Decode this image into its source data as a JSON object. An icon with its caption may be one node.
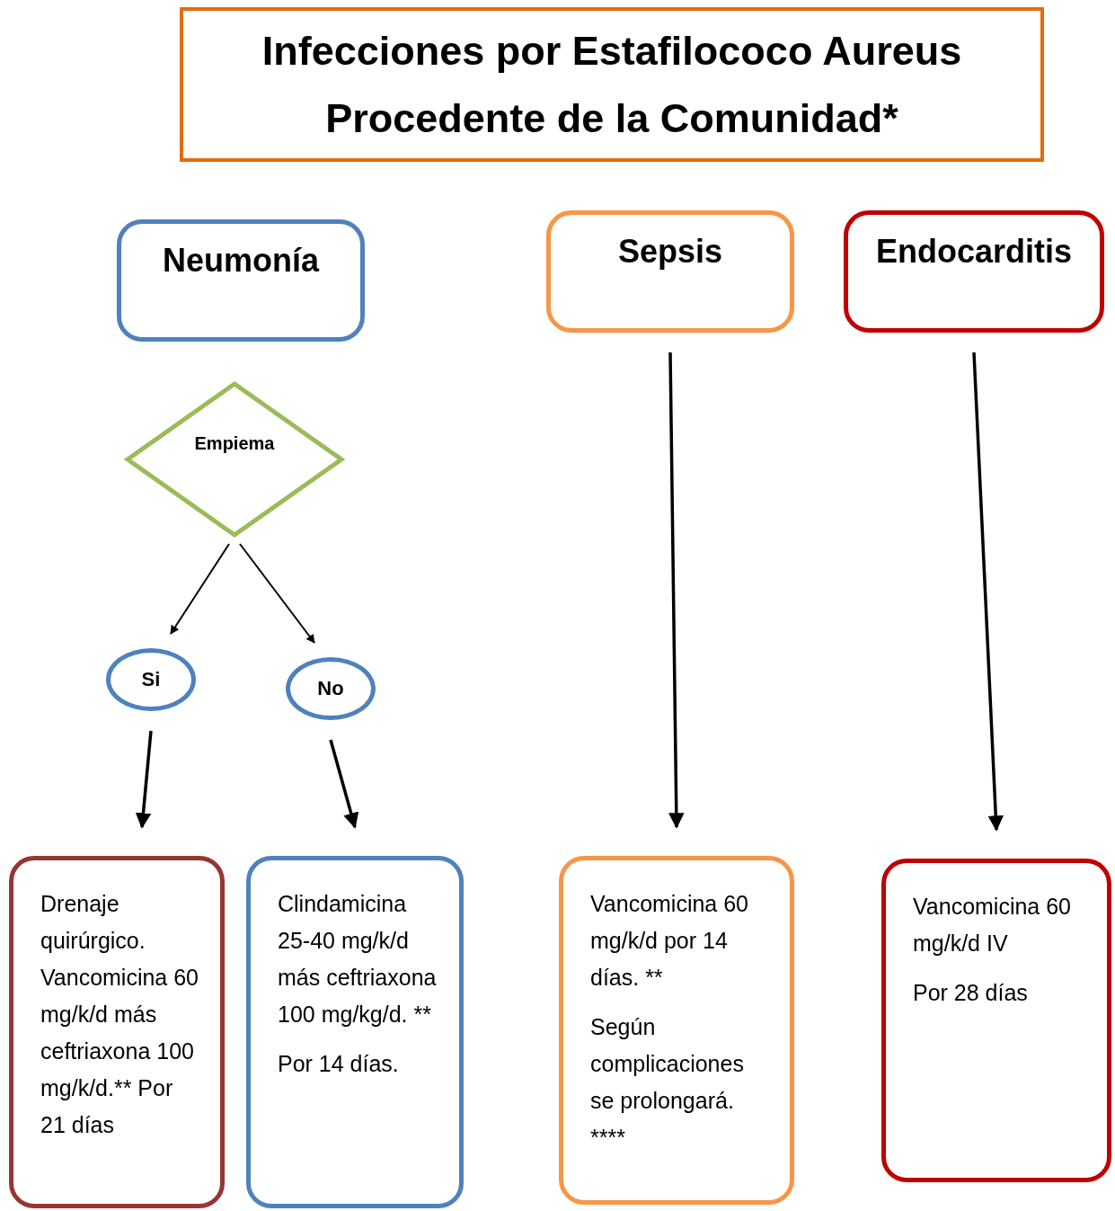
{
  "diagram": {
    "title": "Infecciones  por Estafilococo Aureus Procedente de la Comunidad*",
    "nodes": [
      {
        "text": [
          "Neumonía"
        ]
      },
      {
        "text": [
          "Empiema"
        ]
      },
      {
        "text": [
          "Si"
        ]
      },
      {
        "text": [
          "No"
        ]
      },
      {
        "text": [
          "Drenaje quirúrgico. Vancomicina 60 mg/k/d más ceftriaxona 100 mg/k/d.** Por 21 días"
        ]
      },
      {
        "text": [
          "Clindamicina 25-40 mg/k/d más ceftriaxona 100 mg/kg/d. **",
          "Por 14 días."
        ]
      },
      {
        "text": [
          "Sepsis"
        ]
      },
      {
        "text": [
          "Endocarditis"
        ]
      },
      {
        "text": [
          "Vancomicina 60 mg/k/d  por 14 días. **",
          "Según complicaciones se prolongará. ****"
        ]
      },
      {
        "text": [
          "Vancomicina 60 mg/k/d IV",
          "Por 28 días"
        ]
      }
    ],
    "edges": [
      {
        "from": 1,
        "to": 2,
        "arrow": "to"
      },
      {
        "from": 1,
        "to": 3,
        "arrow": "to"
      },
      {
        "from": 2,
        "to": 4,
        "arrow": "to"
      },
      {
        "from": 3,
        "to": 5,
        "arrow": "to"
      },
      {
        "from": 6,
        "to": 8,
        "arrow": "to"
      },
      {
        "from": 7,
        "to": 9,
        "arrow": "to"
      }
    ]
  }
}
